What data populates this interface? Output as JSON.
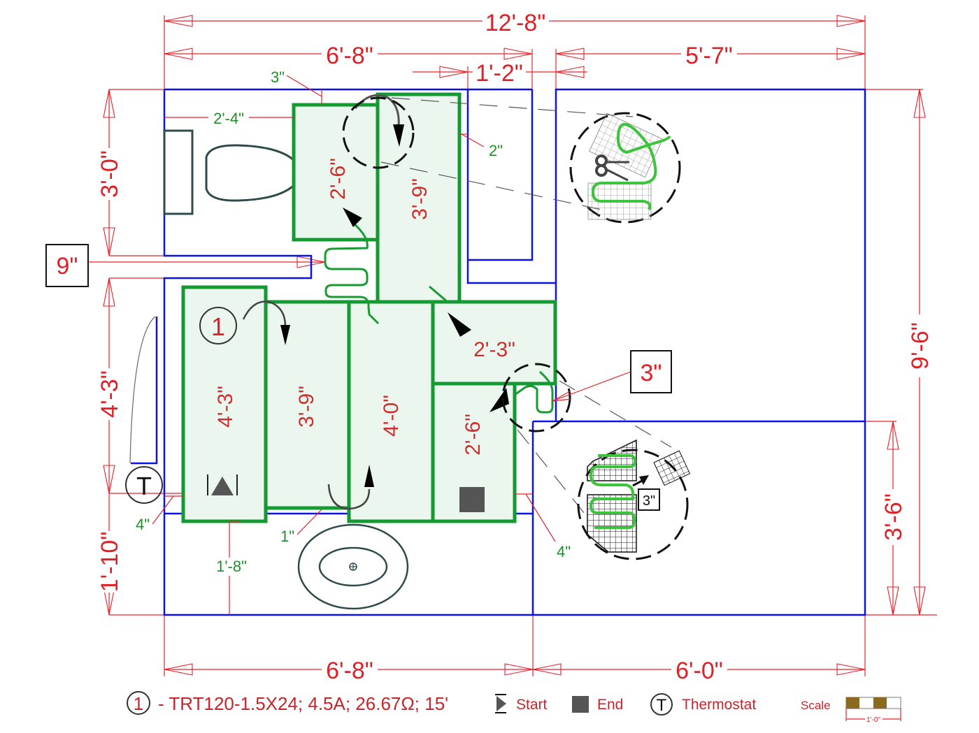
{
  "drawing": {
    "dimensions": {
      "overall_width": "12'-8\"",
      "top_left_width": "6'-8\"",
      "top_gap": "1'-2\"",
      "top_right_width": "5'-7\"",
      "bottom_left_width": "6'-8\"",
      "bottom_right_width": "6'-0\"",
      "left_upper_height": "3'-0\"",
      "left_middle_height": "4'-3\"",
      "left_lower_height": "1'-10\"",
      "right_overall_height": "9'-6\"",
      "right_lower_height": "3'-6\"",
      "wall_offset_box": "9\"",
      "mat_gap_box": "3\""
    },
    "clearances": {
      "top_offset": "3\"",
      "toilet_offset": "2'-4\"",
      "closet_offset": "2\"",
      "left_offset": "4\"",
      "bottom_gap": "1\"",
      "vanity_offset": "1'-8\"",
      "right_offset": "4\""
    },
    "mats": [
      {
        "label": "2'-6\""
      },
      {
        "label": "3'-9\""
      },
      {
        "label": "4'-3\""
      },
      {
        "label": "3'-9\""
      },
      {
        "label": "4'-0\""
      },
      {
        "label": "2'-3\""
      },
      {
        "label": "2'-6\""
      }
    ],
    "circuit_marker": "1",
    "thermostat_marker": "T",
    "detail_cut_label": "3\""
  },
  "legend": {
    "circuit_number": "1",
    "circuit_spec": "- TRT120-1.5X24; 4.5A; 26.67Ω; 15'",
    "start_label": "Start",
    "end_label": "End",
    "thermostat_symbol": "T",
    "thermostat_label": "Thermostat",
    "scale_label": "Scale",
    "scale_length": "1'-0\"",
    "scale_color": "#8a6a1e"
  },
  "colors": {
    "walls": "#0a12e6",
    "dimensions": "#e8202a",
    "mats": "#149a33",
    "mat_fill": "#ebf6ee",
    "cable": "#3cc43c"
  }
}
